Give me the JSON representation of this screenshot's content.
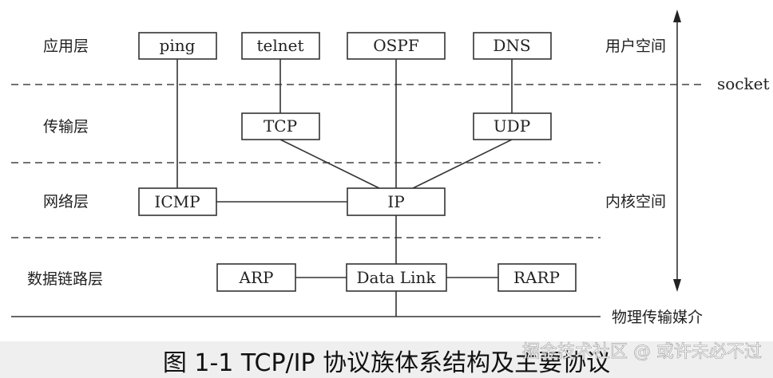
{
  "layers": {
    "application": "应用层",
    "transport": "传输层",
    "network": "网络层",
    "datalink": "数据链路层"
  },
  "spaces": {
    "user": "用户空间",
    "kernel": "内核空间"
  },
  "boundary": {
    "socket": "socket",
    "physical_medium": "物理传输媒介"
  },
  "protocols": {
    "ping": "ping",
    "telnet": "telnet",
    "ospf": "OSPF",
    "dns": "DNS",
    "tcp": "TCP",
    "udp": "UDP",
    "icmp": "ICMP",
    "ip": "IP",
    "arp": "ARP",
    "datalink": "Data Link",
    "rarp": "RARP"
  },
  "caption": "图 1-1   TCP/IP 协议族体系结构及主要协议",
  "watermark": "掘金技术社区 @ 或许未必不过",
  "colors": {
    "ink": "#333333",
    "caption_band": "#eeeeee"
  }
}
